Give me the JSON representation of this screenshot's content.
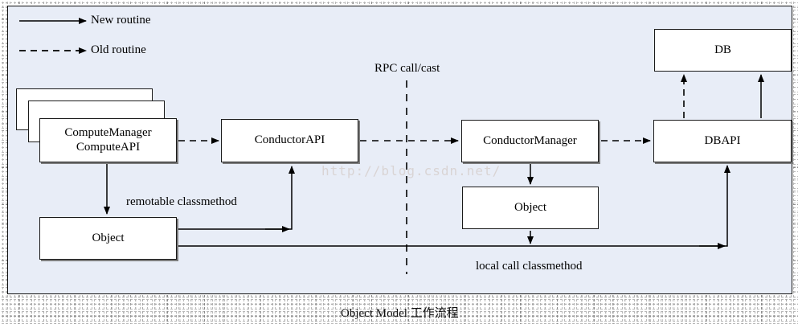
{
  "diagram": {
    "caption": "Object Model 工作流程",
    "watermark": "http://blog.csdn.net/",
    "panel_bg": "#e8edf7",
    "legend": {
      "new_routine": "New routine",
      "old_routine": "Old routine"
    },
    "labels": {
      "rpc": "RPC call/cast",
      "remotable": "remotable classmethod",
      "local_call": "local call classmethod"
    },
    "nodes": {
      "compute": "ComputeManager\nComputeAPI",
      "object_left": "Object",
      "conductor_api": "ConductorAPI",
      "conductor_manager": "ConductorManager",
      "object_right": "Object",
      "dbapi": "DBAPI",
      "db": "DB"
    }
  }
}
